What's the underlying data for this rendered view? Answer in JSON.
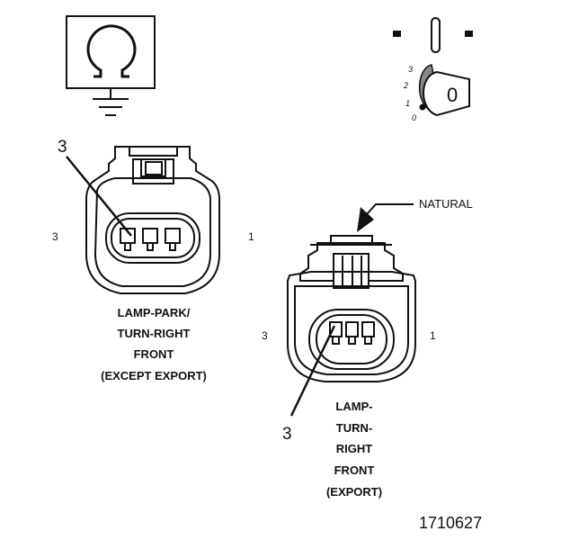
{
  "ohm_symbol": {
    "icon": "ohmmeter-ground-icon"
  },
  "ignition": {
    "icon": "ignition-key-switch-icon",
    "key_label": "0",
    "positions": [
      "3",
      "2",
      "1",
      "0"
    ]
  },
  "connector_park": {
    "icon": "three-pin-connector-icon",
    "callout": "3",
    "pin_left": "3",
    "pin_right": "1",
    "caption": [
      "LAMP-PARK/",
      "TURN-RIGHT",
      "FRONT",
      "(EXCEPT EXPORT)"
    ]
  },
  "connector_export": {
    "icon": "three-pin-connector-icon",
    "natural_label": "NATURAL",
    "callout": "3",
    "pin_left": "3",
    "pin_right": "1",
    "caption": [
      "LAMP-",
      "TURN-",
      "RIGHT",
      "FRONT",
      "(EXPORT)"
    ]
  },
  "figure_id": "1710627"
}
